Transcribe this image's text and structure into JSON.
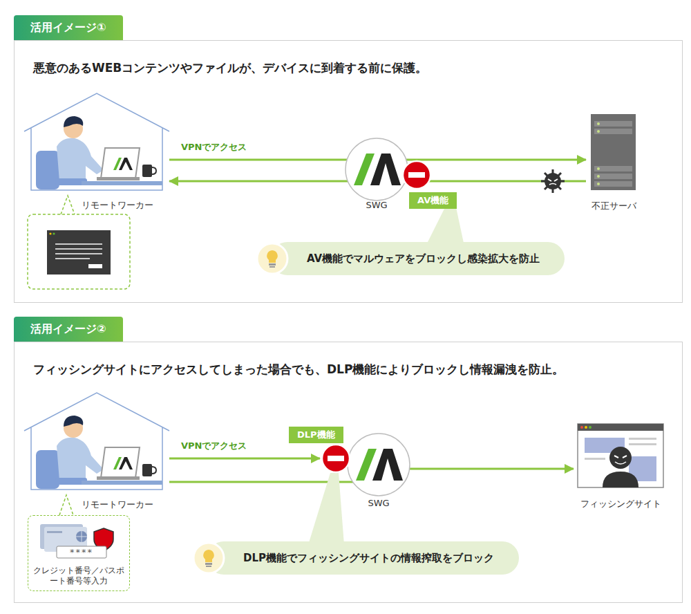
{
  "diagram": {
    "nodes": [
      {
        "text": [
          "活用イメージ①",
          "悪意のあるWEBコンテンツやファイルが、デバイスに到着する前に保護。"
        ]
      },
      {
        "text": [
          "リモートワーカー"
        ],
        "in": 0
      },
      {
        "text": [
          "SWG"
        ],
        "in": 0
      },
      {
        "text": [
          "AV機能"
        ],
        "in": 0
      },
      {
        "text": [
          "不正サーバ"
        ],
        "in": 0
      },
      {
        "text": [
          "AV機能でマルウェアをブロックし感染拡大を防止"
        ],
        "in": 0
      },
      {
        "text": [
          "活用イメージ②",
          "フィッシングサイトにアクセスしてしまった場合でも、DLP機能によりブロックし情報漏洩を防止。"
        ]
      },
      {
        "text": [
          "リモートワーカー"
        ],
        "in": 6
      },
      {
        "text": [
          "DLP機能"
        ],
        "in": 6
      },
      {
        "text": [
          "SWG"
        ],
        "in": 6
      },
      {
        "text": [
          "フィッシングサイト"
        ],
        "in": 6
      },
      {
        "text": [
          "クレジット番号／パスポート番号等入力"
        ],
        "in": 6
      },
      {
        "text": [
          "DLP機能でフィッシングサイトの情報搾取をブロック"
        ],
        "in": 6
      }
    ],
    "edges": [
      {
        "from": 1,
        "to": 2,
        "arrow": "none",
        "label": "VPNでアクセス"
      },
      {
        "from": 2,
        "to": 4,
        "arrow": "to"
      },
      {
        "from": 4,
        "to": 2,
        "arrow": "none"
      },
      {
        "from": 2,
        "to": 1,
        "arrow": "to"
      },
      {
        "from": 7,
        "to": 9,
        "arrow": "to",
        "label": "VPNでアクセス"
      },
      {
        "from": 7,
        "to": 9,
        "arrow": "none"
      },
      {
        "from": 9,
        "to": 10,
        "arrow": "to"
      }
    ],
    "labels": [
      "****"
    ]
  }
}
